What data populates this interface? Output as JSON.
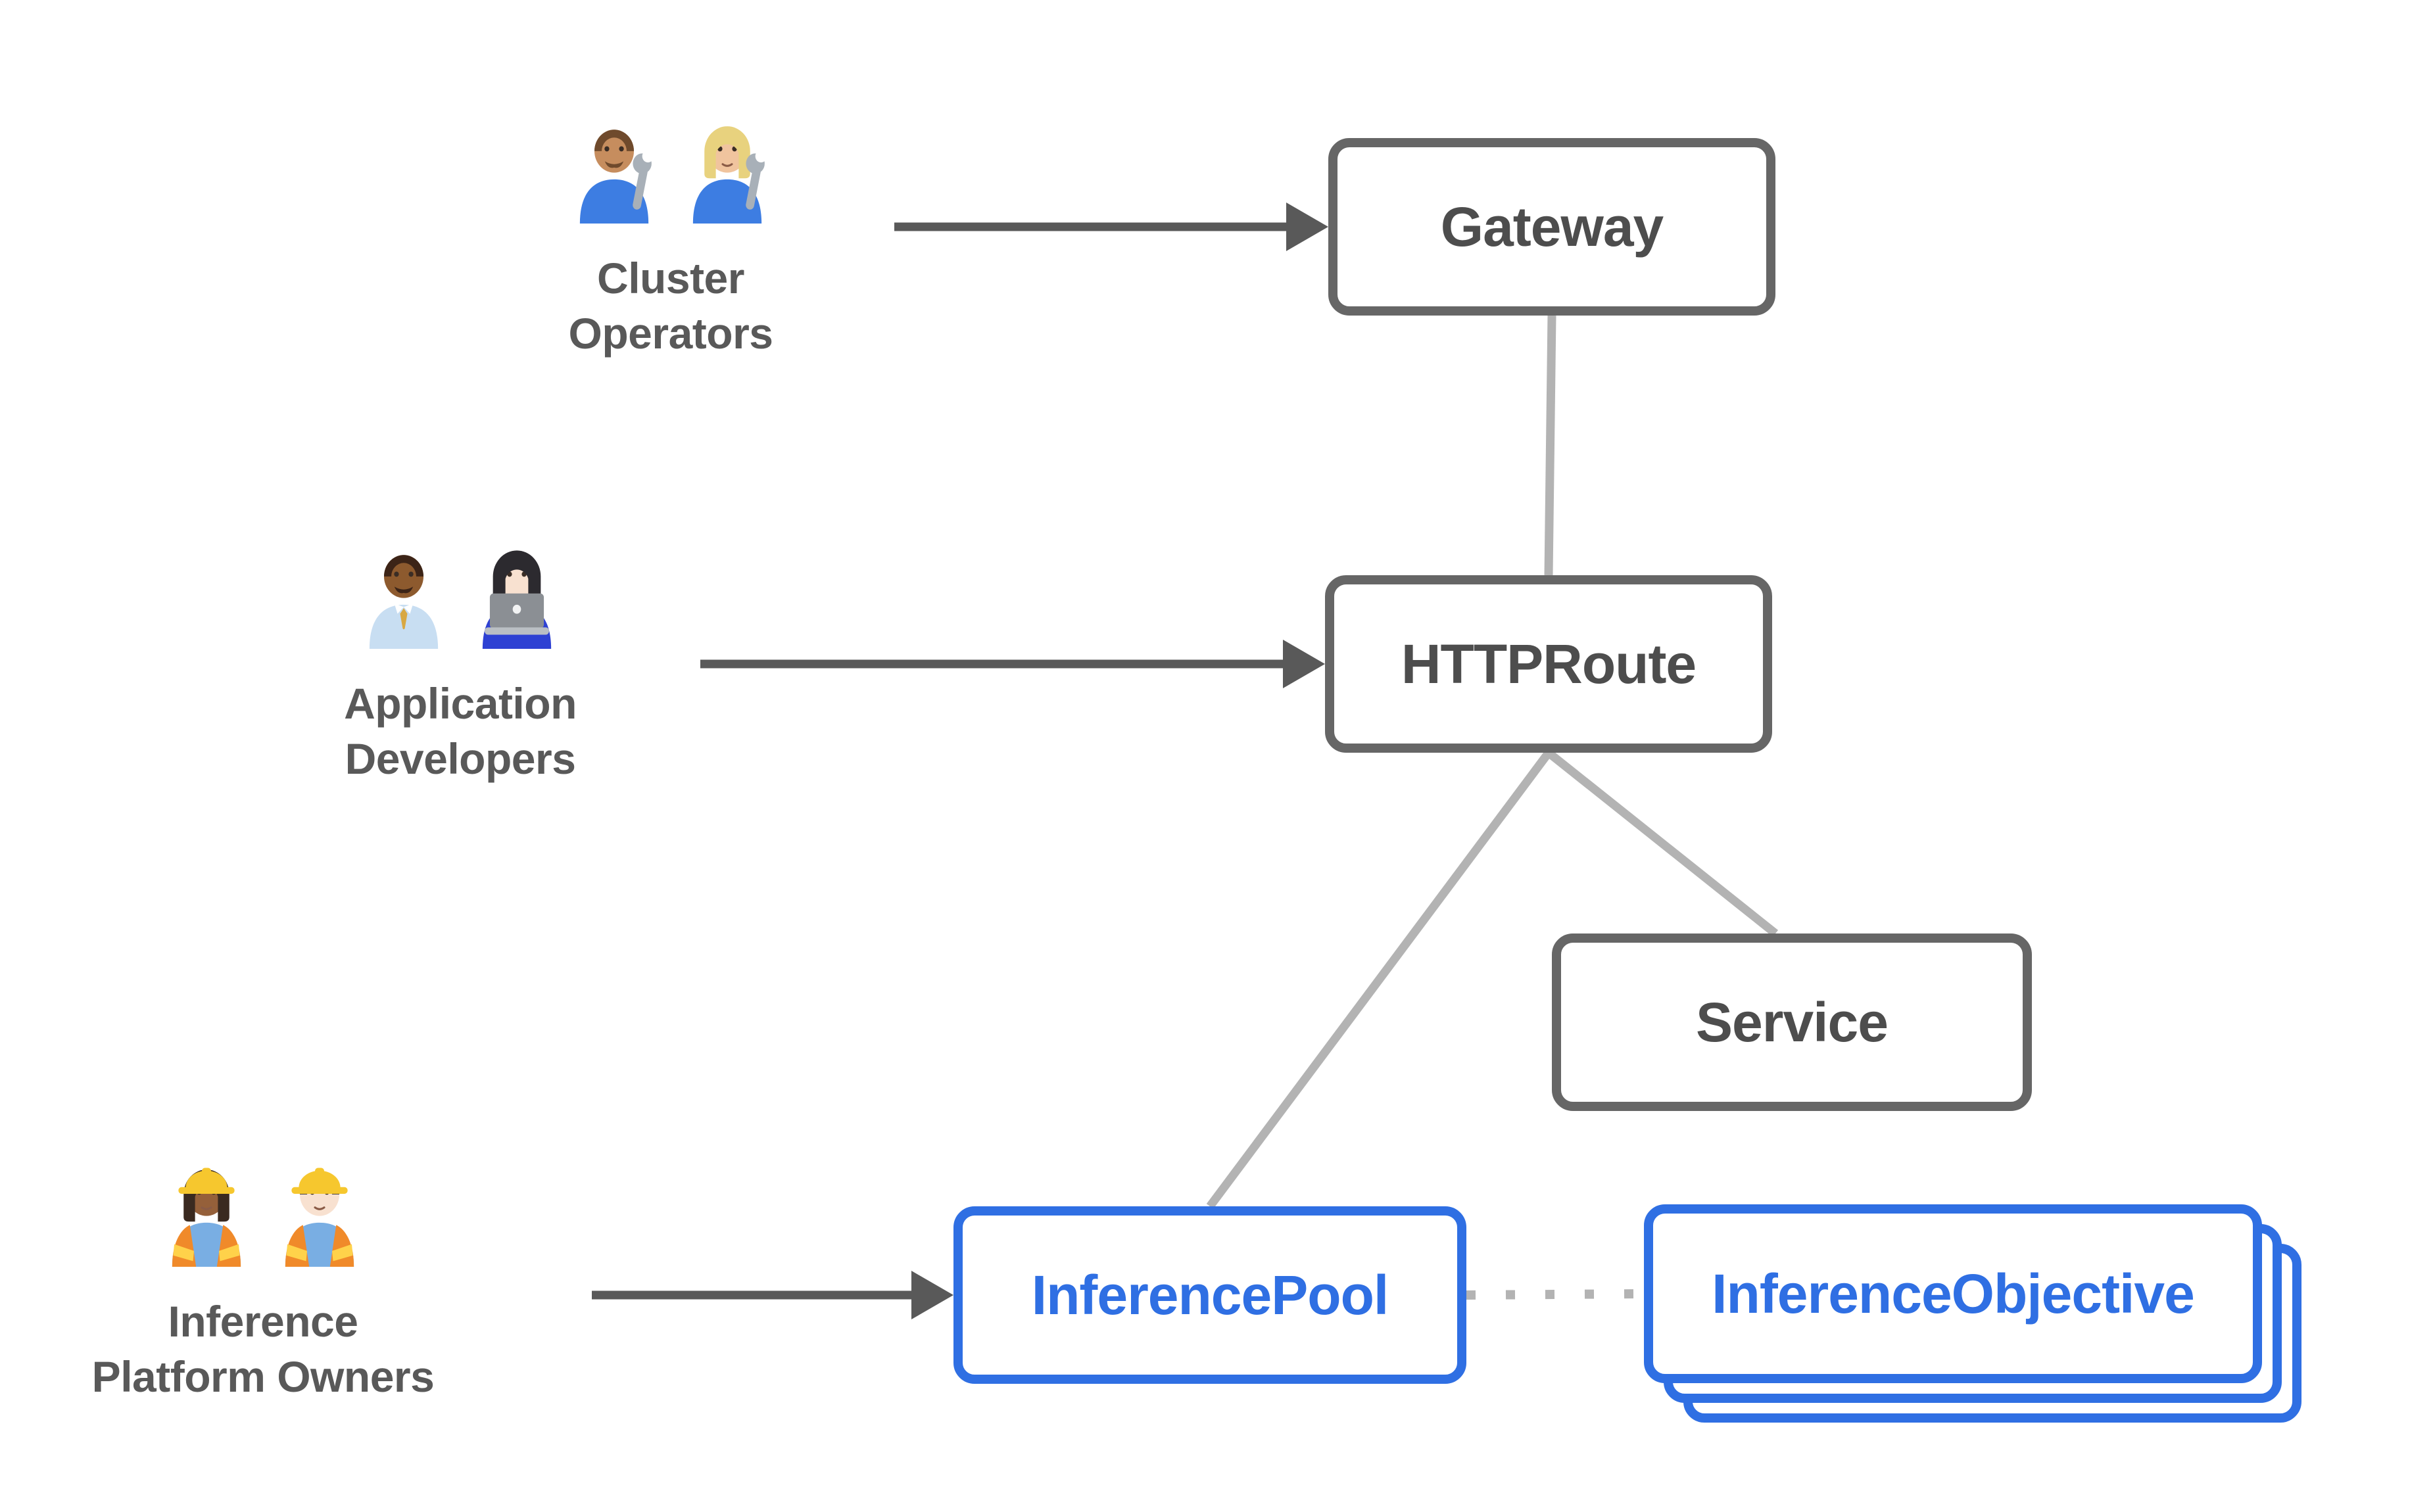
{
  "title": "Gateway API inference extension resource model diagram",
  "colors": {
    "background": "#ffffff",
    "box_border_gray": "#666666",
    "box_text_gray": "#4d4d4d",
    "actor_text": "#595959",
    "arrow_dark": "#595959",
    "line_light": "#b3b3b3",
    "blue": "#2f6fe3"
  },
  "actors": [
    {
      "id": "cluster-operators",
      "label_lines": [
        "Cluster",
        "Operators"
      ],
      "emojis": [
        {
          "name": "man-mechanic-emoji",
          "char": "👨🏽‍🔧"
        },
        {
          "name": "woman-mechanic-emoji",
          "char": "👩🏼‍🔧"
        }
      ]
    },
    {
      "id": "application-developers",
      "label_lines": [
        "Application",
        "Developers"
      ],
      "emojis": [
        {
          "name": "man-office-worker-emoji",
          "char": "👨🏾‍💼"
        },
        {
          "name": "woman-technologist-emoji",
          "char": "👩🏻‍💻"
        }
      ]
    },
    {
      "id": "inference-platform-owners",
      "label_lines": [
        "Inference",
        "Platform Owners"
      ],
      "emojis": [
        {
          "name": "woman-construction-worker-emoji",
          "char": "👷🏾‍♀️"
        },
        {
          "name": "man-construction-worker-emoji",
          "char": "👷🏻‍♂️"
        }
      ]
    }
  ],
  "nodes": [
    {
      "id": "gateway",
      "label": "Gateway",
      "style": "gray"
    },
    {
      "id": "httproute",
      "label": "HTTPRoute",
      "style": "gray"
    },
    {
      "id": "service",
      "label": "Service",
      "style": "gray"
    },
    {
      "id": "inferencepool",
      "label": "InferencePool",
      "style": "blue"
    },
    {
      "id": "inferenceobjective",
      "label": "InferenceObjective",
      "style": "blue",
      "stacked": true
    }
  ],
  "edges": [
    {
      "from": "cluster-operators",
      "to": "gateway",
      "type": "arrow"
    },
    {
      "from": "application-developers",
      "to": "httproute",
      "type": "arrow"
    },
    {
      "from": "inference-platform-owners",
      "to": "inferencepool",
      "type": "arrow"
    },
    {
      "from": "gateway",
      "to": "httproute",
      "type": "line"
    },
    {
      "from": "httproute",
      "to": "inferencepool",
      "type": "line"
    },
    {
      "from": "httproute",
      "to": "service",
      "type": "line"
    },
    {
      "from": "inferencepool",
      "to": "inferenceobjective",
      "type": "dotted"
    }
  ]
}
